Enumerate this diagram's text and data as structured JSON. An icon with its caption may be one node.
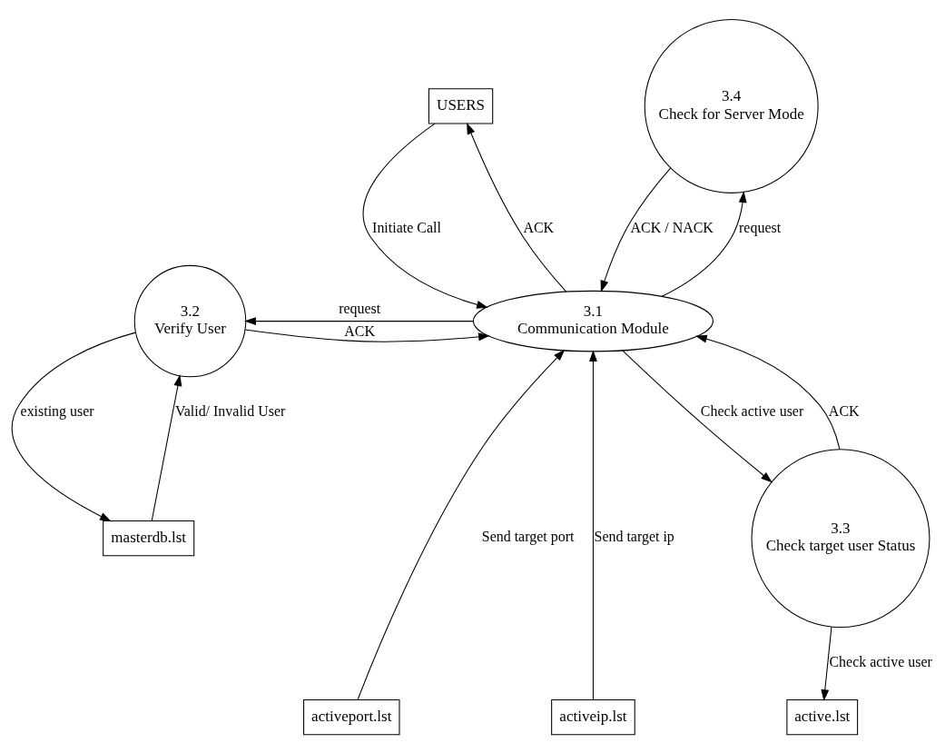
{
  "diagram": {
    "nodes": [
      {
        "text": [
          "USERS"
        ]
      },
      {
        "text": [
          "3.1",
          "Communication Module"
        ]
      },
      {
        "text": [
          "3.2",
          "Verify User"
        ]
      },
      {
        "text": [
          "3.4",
          "Check for Server Mode"
        ]
      },
      {
        "text": [
          "3.3",
          "Check target user Status"
        ]
      },
      {
        "text": [
          "masterdb.lst"
        ]
      },
      {
        "text": [
          "activeip.lst"
        ]
      },
      {
        "text": [
          "activeport.lst"
        ]
      },
      {
        "text": [
          "active.lst"
        ]
      }
    ],
    "edges": [
      {
        "from": 0,
        "to": 1,
        "arrow": "to",
        "label": "Initiate Call"
      },
      {
        "from": 1,
        "to": 0,
        "arrow": "to",
        "label": "ACK"
      },
      {
        "from": 1,
        "to": 3,
        "arrow": "to",
        "label": "request"
      },
      {
        "from": 3,
        "to": 1,
        "arrow": "to",
        "label": "ACK / NACK"
      },
      {
        "from": 2,
        "to": 1,
        "arrow": "to",
        "label": "ACK"
      },
      {
        "from": 1,
        "to": 2,
        "arrow": "to",
        "label": "request"
      },
      {
        "from": 1,
        "to": 4,
        "arrow": "to",
        "label": "Check active user"
      },
      {
        "from": 4,
        "to": 1,
        "arrow": "to",
        "label": "ACK"
      },
      {
        "from": 2,
        "to": 5,
        "arrow": "to",
        "label": "existing user"
      },
      {
        "from": 5,
        "to": 2,
        "arrow": "to",
        "label": "Valid/ Invalid User"
      },
      {
        "from": 7,
        "to": 1,
        "arrow": "to",
        "label": "Send target port"
      },
      {
        "from": 6,
        "to": 1,
        "arrow": "to",
        "label": "Send target ip"
      },
      {
        "from": 4,
        "to": 8,
        "arrow": "to",
        "label": "Check active user"
      }
    ]
  }
}
